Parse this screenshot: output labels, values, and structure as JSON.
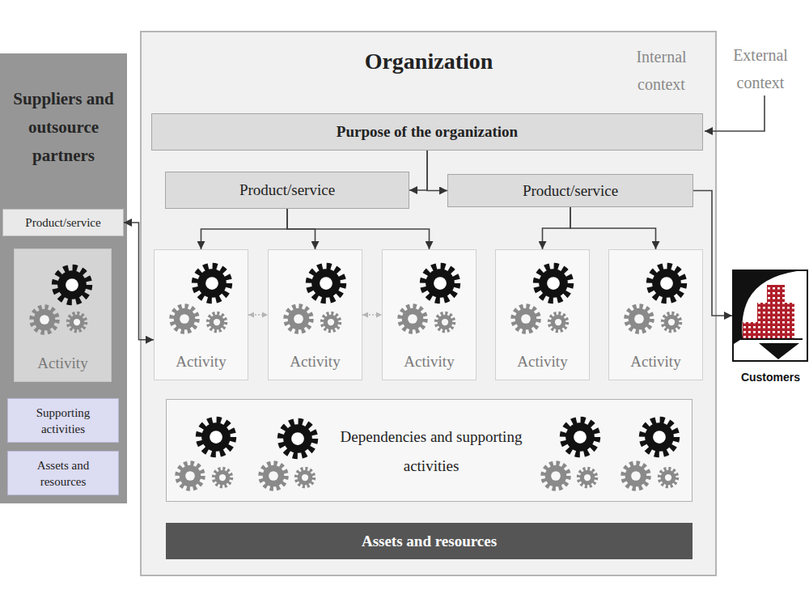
{
  "diagram": {
    "nodes": [
      {
        "text": [
          "Suppliers and outsource partners"
        ]
      },
      {
        "text": [
          "Product/service"
        ],
        "in": 0
      },
      {
        "text": [
          "Activity"
        ],
        "in": 0
      },
      {
        "text": [
          "Supporting activities"
        ],
        "in": 0
      },
      {
        "text": [
          "Assets and resources"
        ],
        "in": 0
      },
      {
        "text": [
          "Organization",
          "Internal context"
        ]
      },
      {
        "text": [
          "Purpose of the organization"
        ],
        "in": 5
      },
      {
        "text": [
          "Product/service"
        ],
        "in": 5
      },
      {
        "text": [
          "Product/service"
        ],
        "in": 5
      },
      {
        "text": [
          "Activity"
        ],
        "in": 5
      },
      {
        "text": [
          "Activity"
        ],
        "in": 5
      },
      {
        "text": [
          "Activity"
        ],
        "in": 5
      },
      {
        "text": [
          "Activity"
        ],
        "in": 5
      },
      {
        "text": [
          "Activity"
        ],
        "in": 5
      },
      {
        "text": [
          "Dependencies and supporting activities"
        ],
        "in": 5
      },
      {
        "text": [
          "Assets and resources"
        ],
        "in": 5
      },
      {
        "text": [
          "Customers"
        ]
      }
    ],
    "edges": [
      {
        "from": 6,
        "to": 7,
        "arrow": "to"
      },
      {
        "from": 6,
        "to": 8,
        "arrow": "to"
      },
      {
        "from": 7,
        "to": 9,
        "arrow": "to"
      },
      {
        "from": 7,
        "to": 10,
        "arrow": "to"
      },
      {
        "from": 7,
        "to": 11,
        "arrow": "to"
      },
      {
        "from": 8,
        "to": 12,
        "arrow": "to"
      },
      {
        "from": 8,
        "to": 13,
        "arrow": "to"
      },
      {
        "from": 9,
        "to": 10,
        "arrow": "both"
      },
      {
        "from": 10,
        "to": 11,
        "arrow": "both"
      },
      {
        "from": 1,
        "to": 9,
        "arrow": "both"
      },
      {
        "from": 8,
        "to": 16,
        "arrow": "to"
      }
    ],
    "labels": [
      "External context"
    ]
  }
}
